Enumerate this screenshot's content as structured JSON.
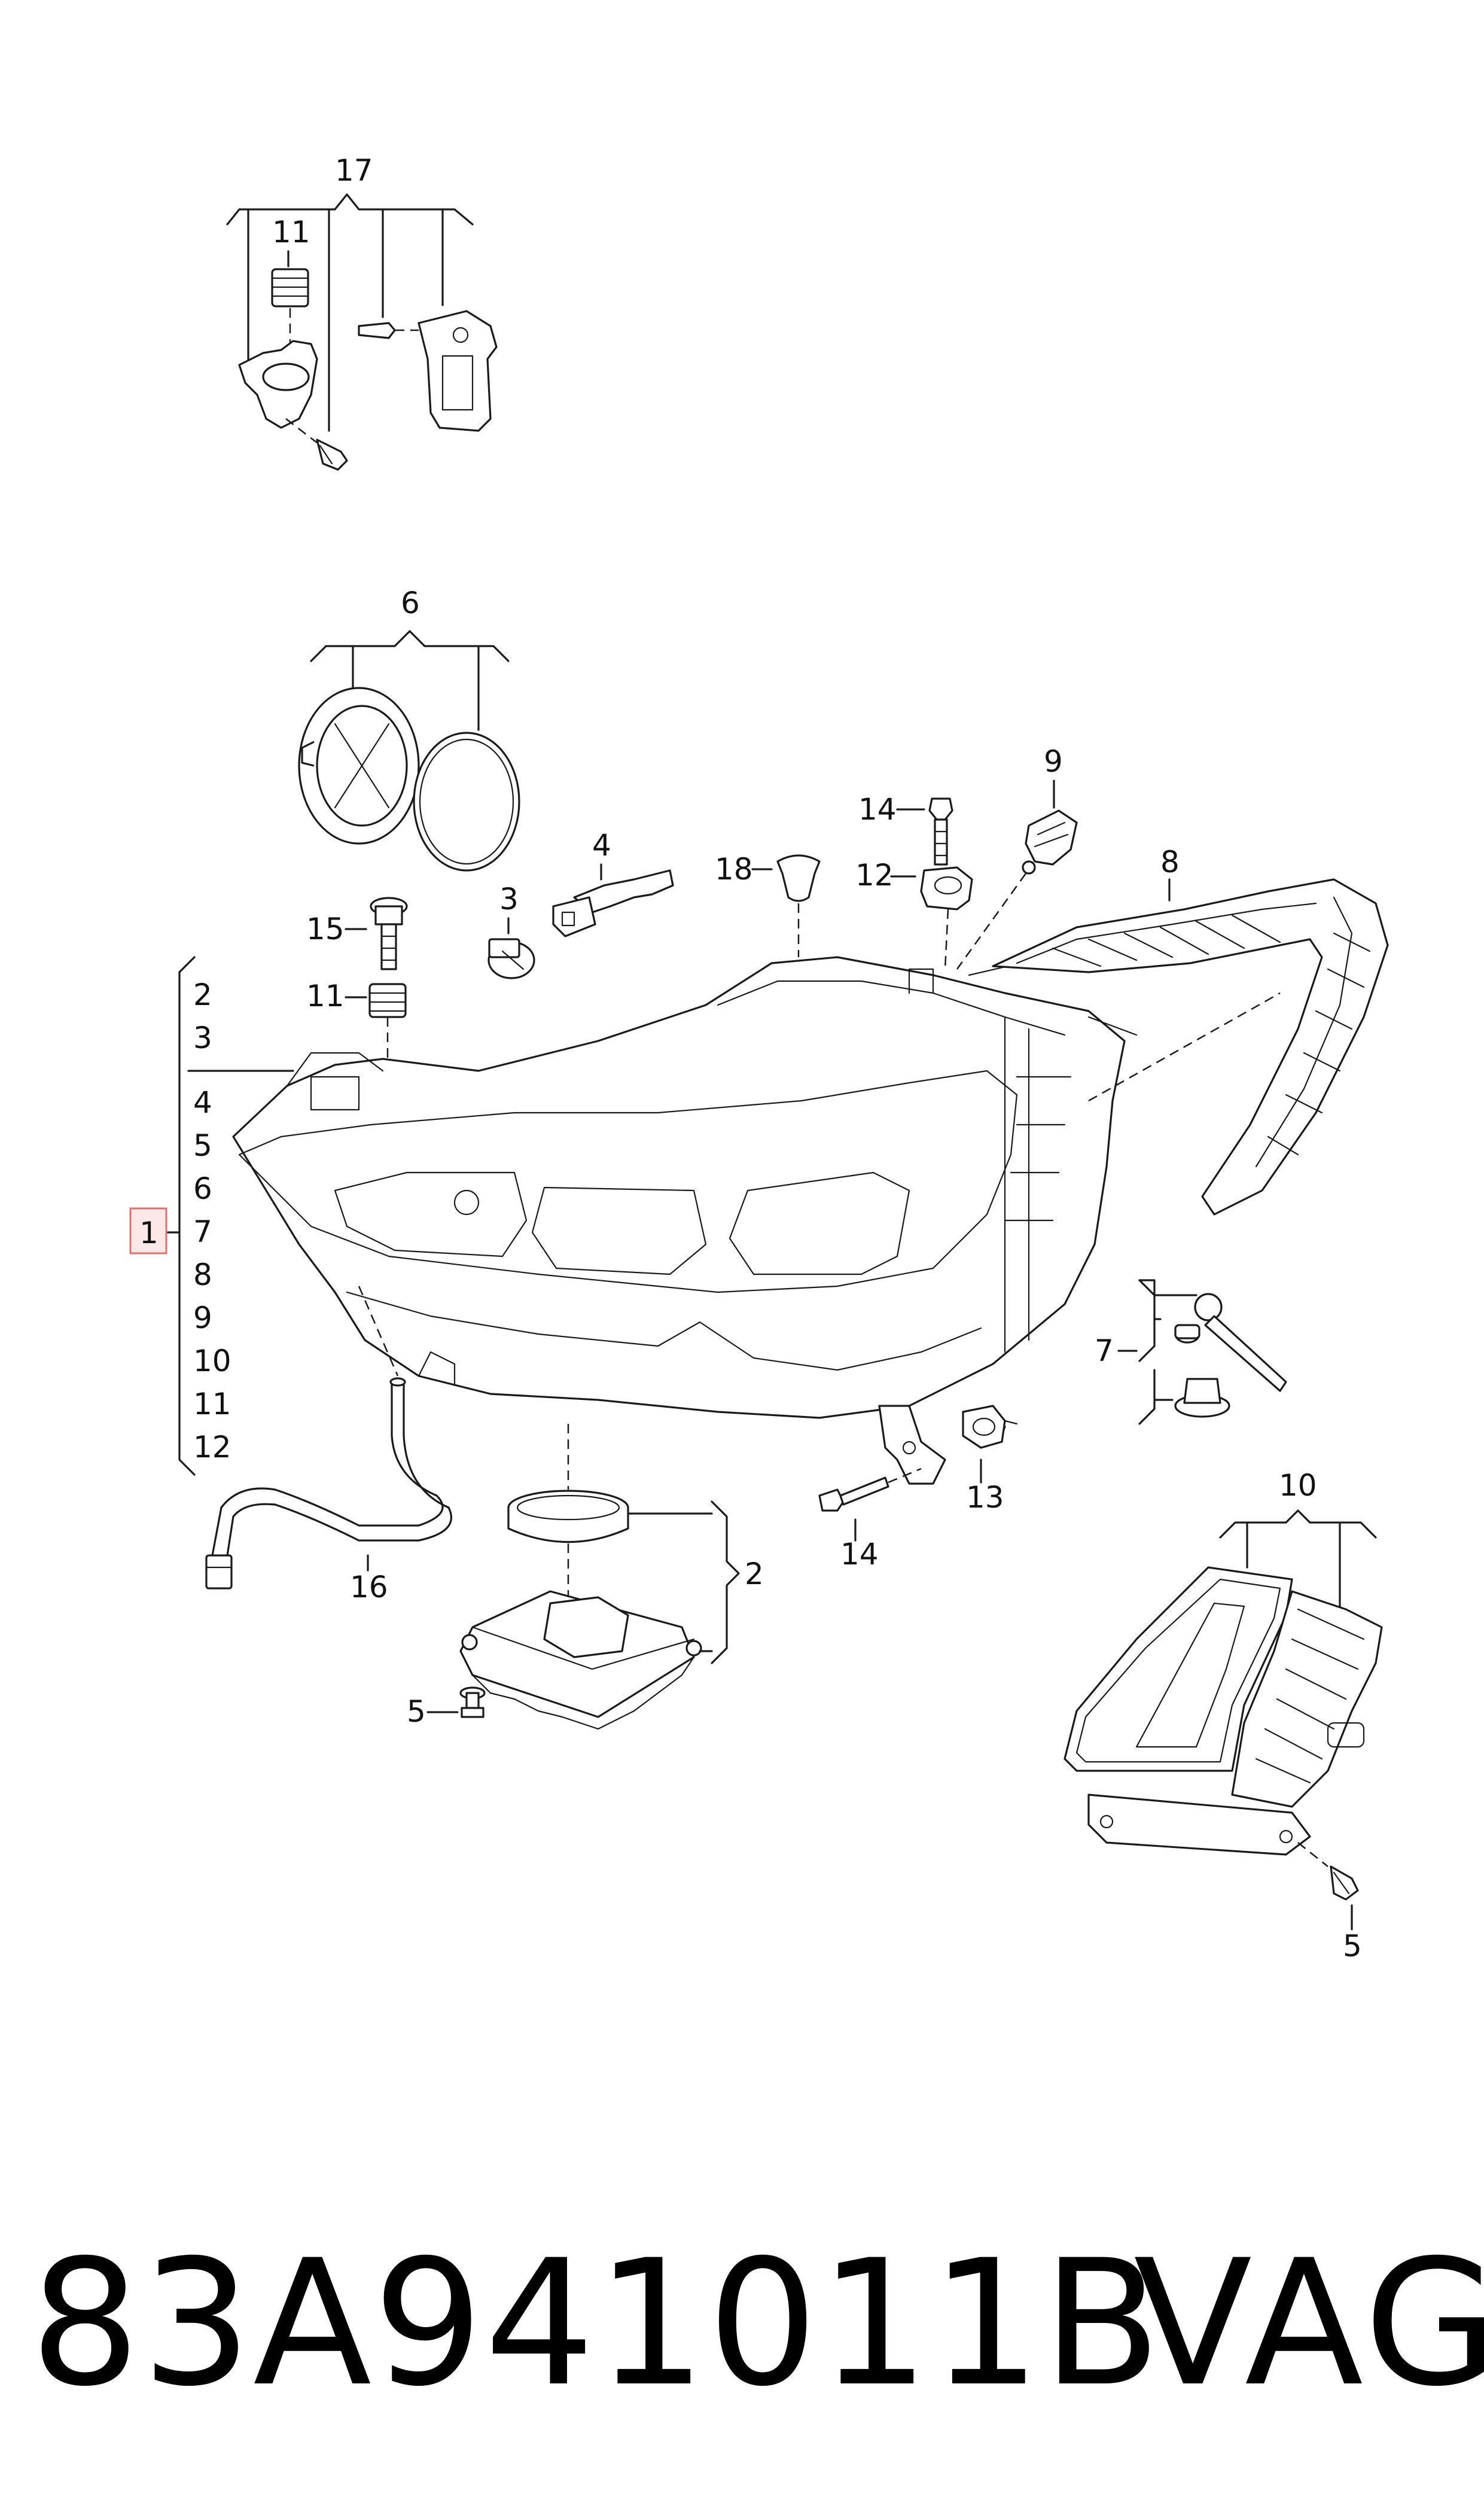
{
  "callouts": {
    "c17": "17",
    "c11_top": "11",
    "c6": "6",
    "c9": "9",
    "c14_top": "14",
    "c8": "8",
    "c18": "18",
    "c12_mid": "12",
    "c4": "4",
    "c3_mid": "3",
    "c15": "15",
    "c11_mid": "11",
    "c7_right": "7",
    "c10": "10",
    "c13": "13",
    "c14_bottom": "14",
    "c16": "16",
    "c2_right": "2",
    "c5_bottom": "5",
    "c5_right": "5",
    "c1": "1"
  },
  "group_list": [
    "2",
    "3",
    "4",
    "5",
    "6",
    "7",
    "8",
    "9",
    "10",
    "11",
    "12"
  ],
  "footer": {
    "part_number": "83A941011B",
    "brand": "VAG"
  },
  "colors": {
    "line": "#1a1a1a",
    "highlight_border": "#e07070",
    "highlight_fill": "#fde8e8"
  }
}
